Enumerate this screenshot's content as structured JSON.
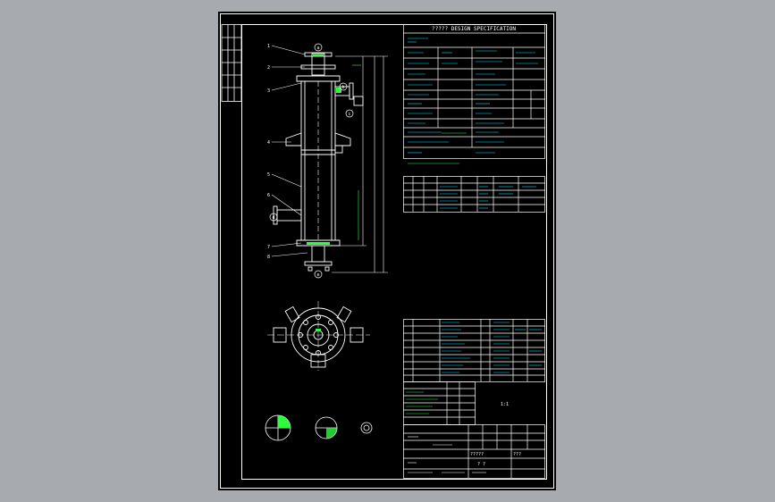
{
  "colors": {
    "background": "#a7abaf",
    "sheet": "#000000",
    "frame": "#ffffff",
    "table_lines": "#ffffff",
    "text_cyan": "#00e5ff",
    "text_green": "#2bff3c",
    "vessel": "#ffffff",
    "dimension": "#2bff3c",
    "section_fill": "#2bff3c"
  },
  "spec": {
    "title": "?????  DESIGN SPECIFICATION"
  },
  "balloons": [
    "1",
    "2",
    "3",
    "4",
    "5",
    "6",
    "7",
    "8"
  ],
  "nozzle_labels": [
    "a",
    "b",
    "c",
    "d",
    "e"
  ],
  "bottom_text": {
    "scale": "1:1",
    "sheet_no": "???",
    "row_a": "?????",
    "row_b": "? ?"
  },
  "icons": {
    "vessel": "vessel-elevation-drawing",
    "plan": "vessel-plan-view",
    "details": "detail-views"
  }
}
